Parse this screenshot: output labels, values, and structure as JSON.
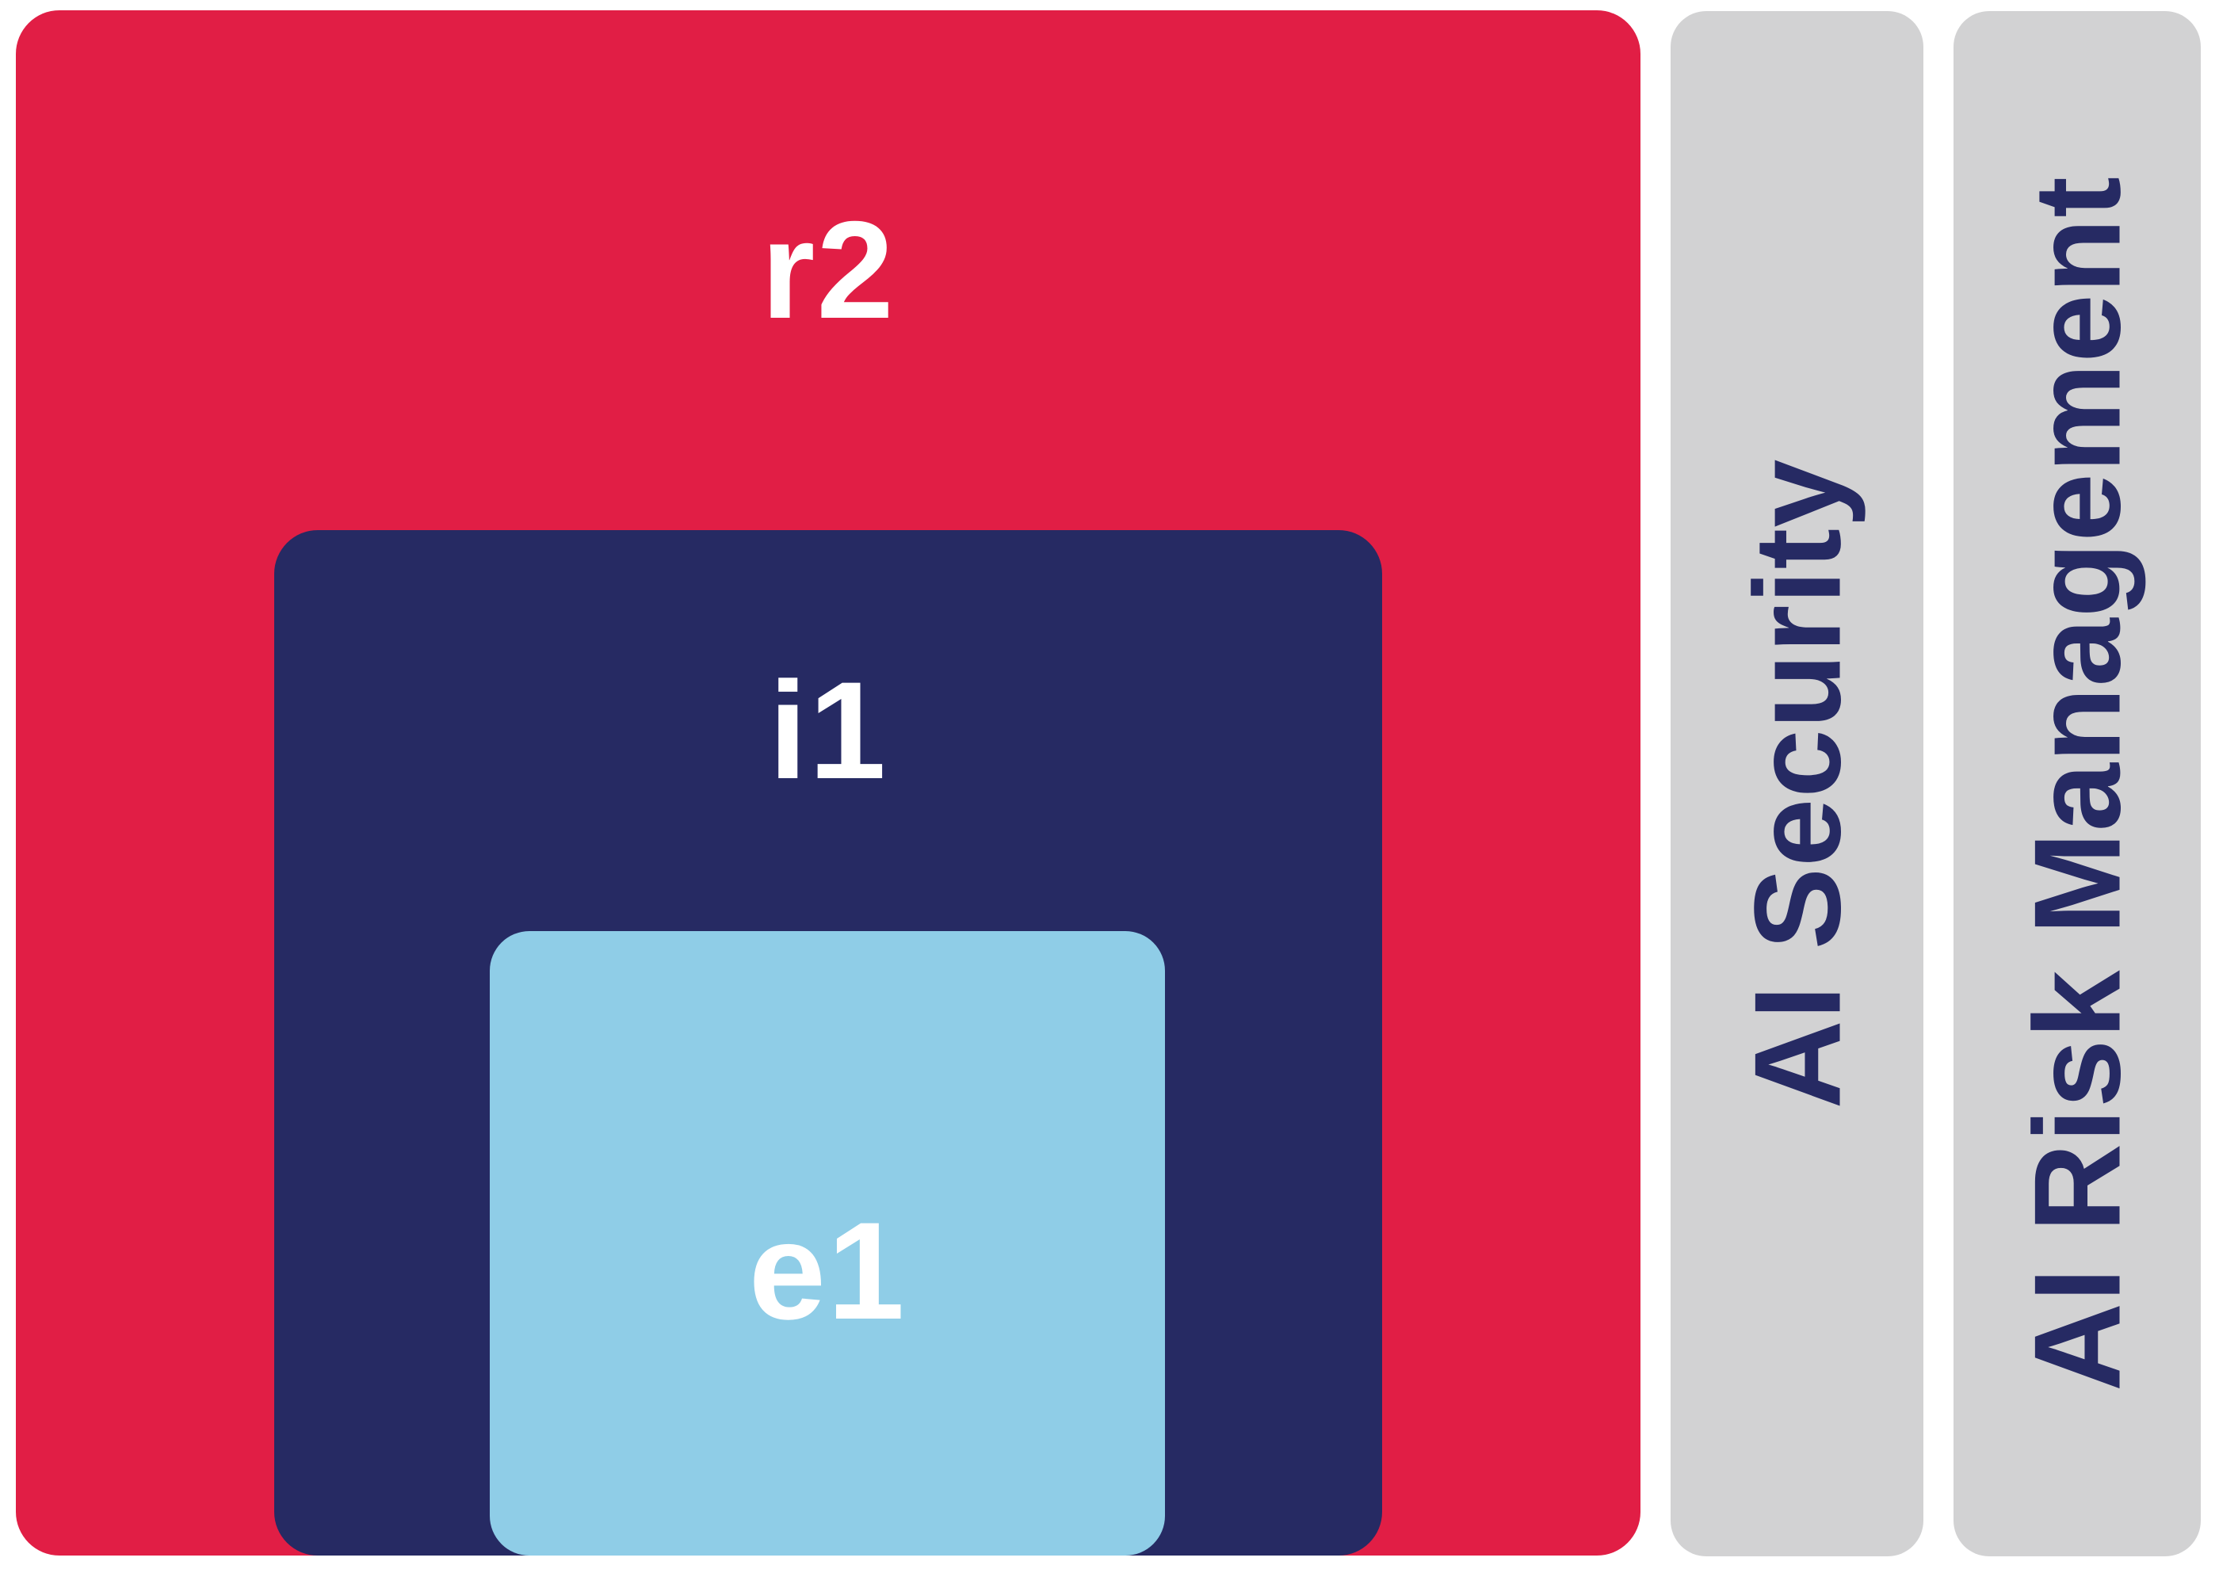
{
  "diagram": {
    "nested_boxes": [
      {
        "id": "r2",
        "label": "r2",
        "bg_color": "#E11E45",
        "text_color": "#FFFFFF"
      },
      {
        "id": "i1",
        "label": "i1",
        "bg_color": "#262A63",
        "text_color": "#FFFFFF"
      },
      {
        "id": "e1",
        "label": "e1",
        "bg_color": "#8FCDE7",
        "text_color": "#FFFFFF"
      }
    ],
    "side_bars": [
      {
        "label": "AI Security",
        "bg_color": "#D2D2D3",
        "text_color": "#262A63"
      },
      {
        "label": "AI Risk Management",
        "bg_color": "#D2D2D3",
        "text_color": "#262A63"
      }
    ],
    "background_color": "#FFFFFF"
  }
}
